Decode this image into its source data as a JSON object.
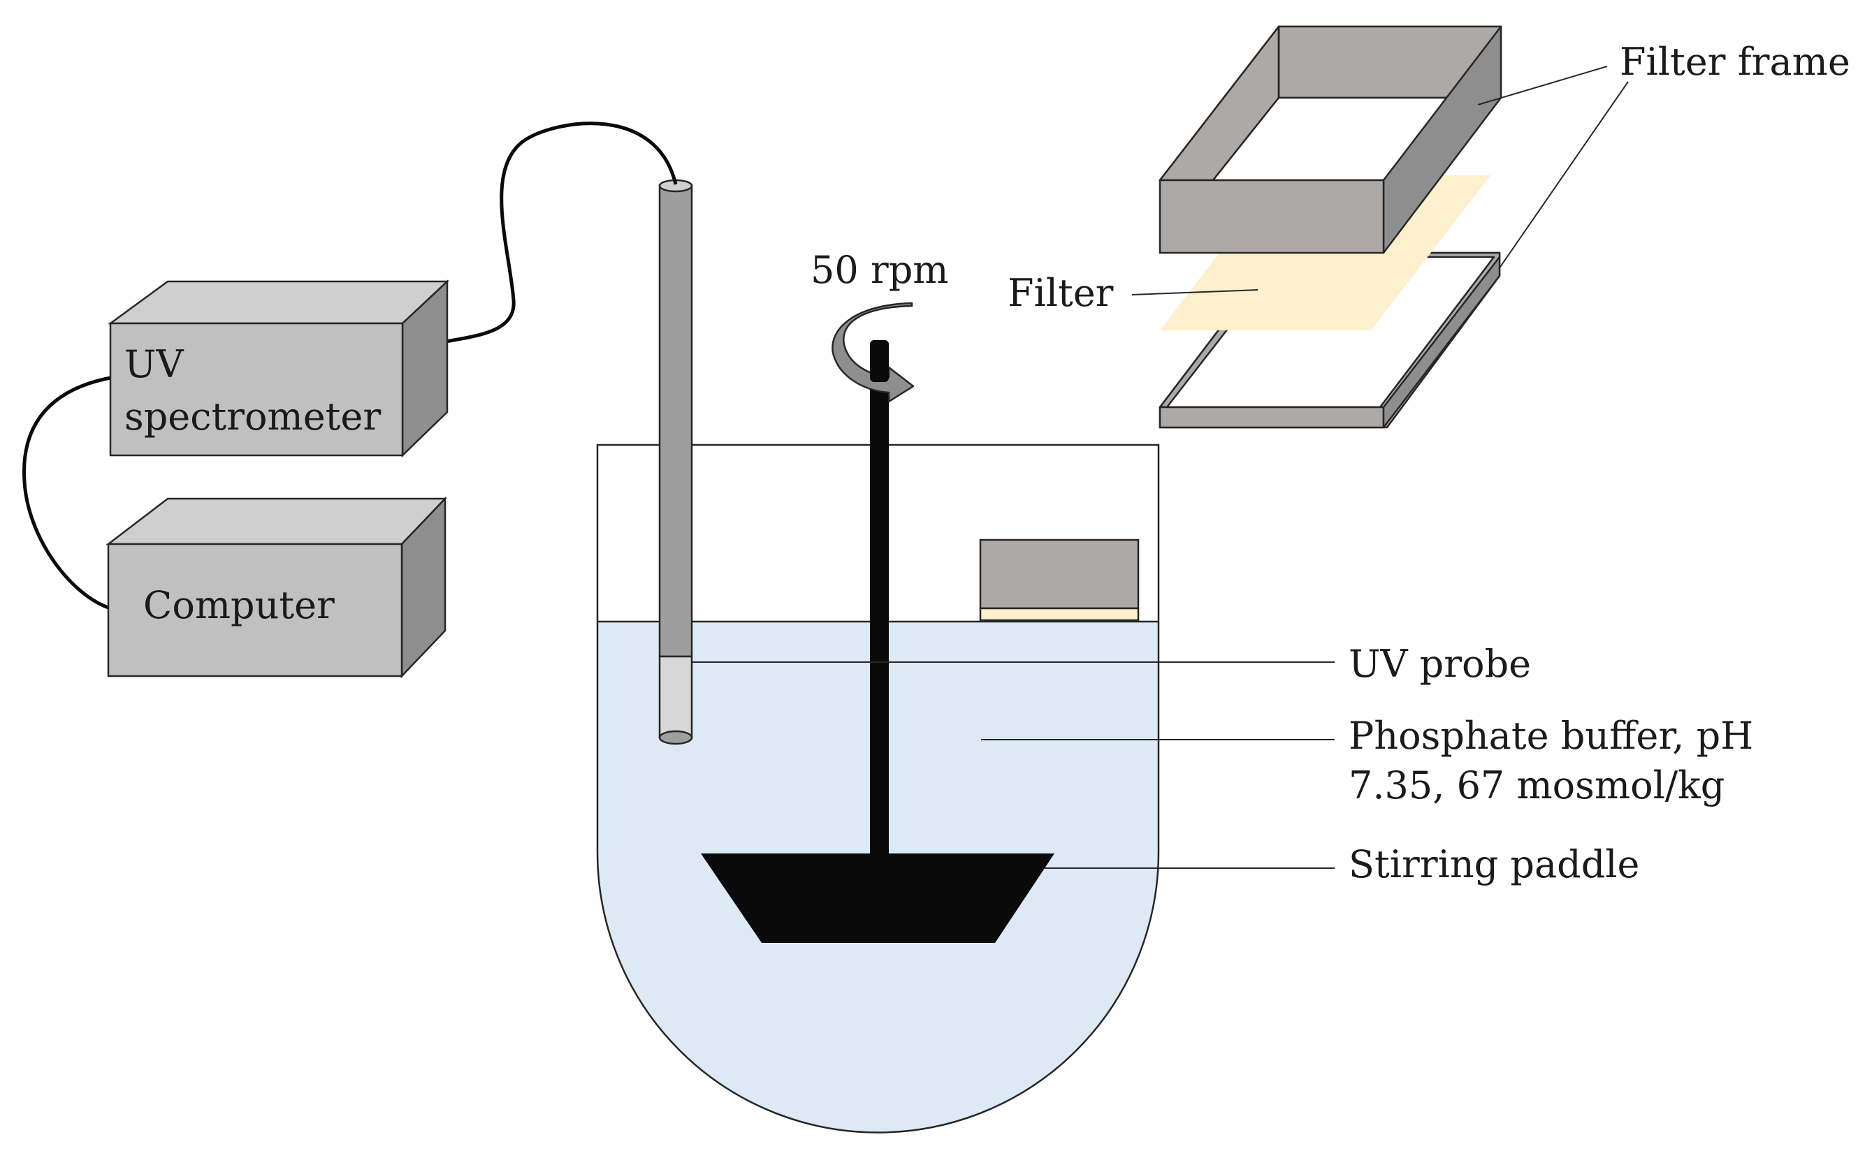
{
  "labels": {
    "uv_spectrometer_line1": "UV",
    "uv_spectrometer_line2": "spectrometer",
    "computer": "Computer",
    "rpm": "50 rpm",
    "filter": "Filter",
    "filter_frame": "Filter frame",
    "uv_probe": "UV probe",
    "buffer_line1": "Phosphate buffer, pH",
    "buffer_line2": "7.35, 67 mosmol/kg",
    "stirring_paddle": "Stirring paddle"
  },
  "colors": {
    "box_front": "#c0c0c0",
    "box_top": "#cfcfcf",
    "box_side": "#8e8e8e",
    "frame_fill": "#ada9a7",
    "filter_fill": "#fdf0cc",
    "buffer_fill": "#dde9f5",
    "probe": "#9e9e9e",
    "probe_tip": "#d7d7d7",
    "stroke": "#262626"
  }
}
